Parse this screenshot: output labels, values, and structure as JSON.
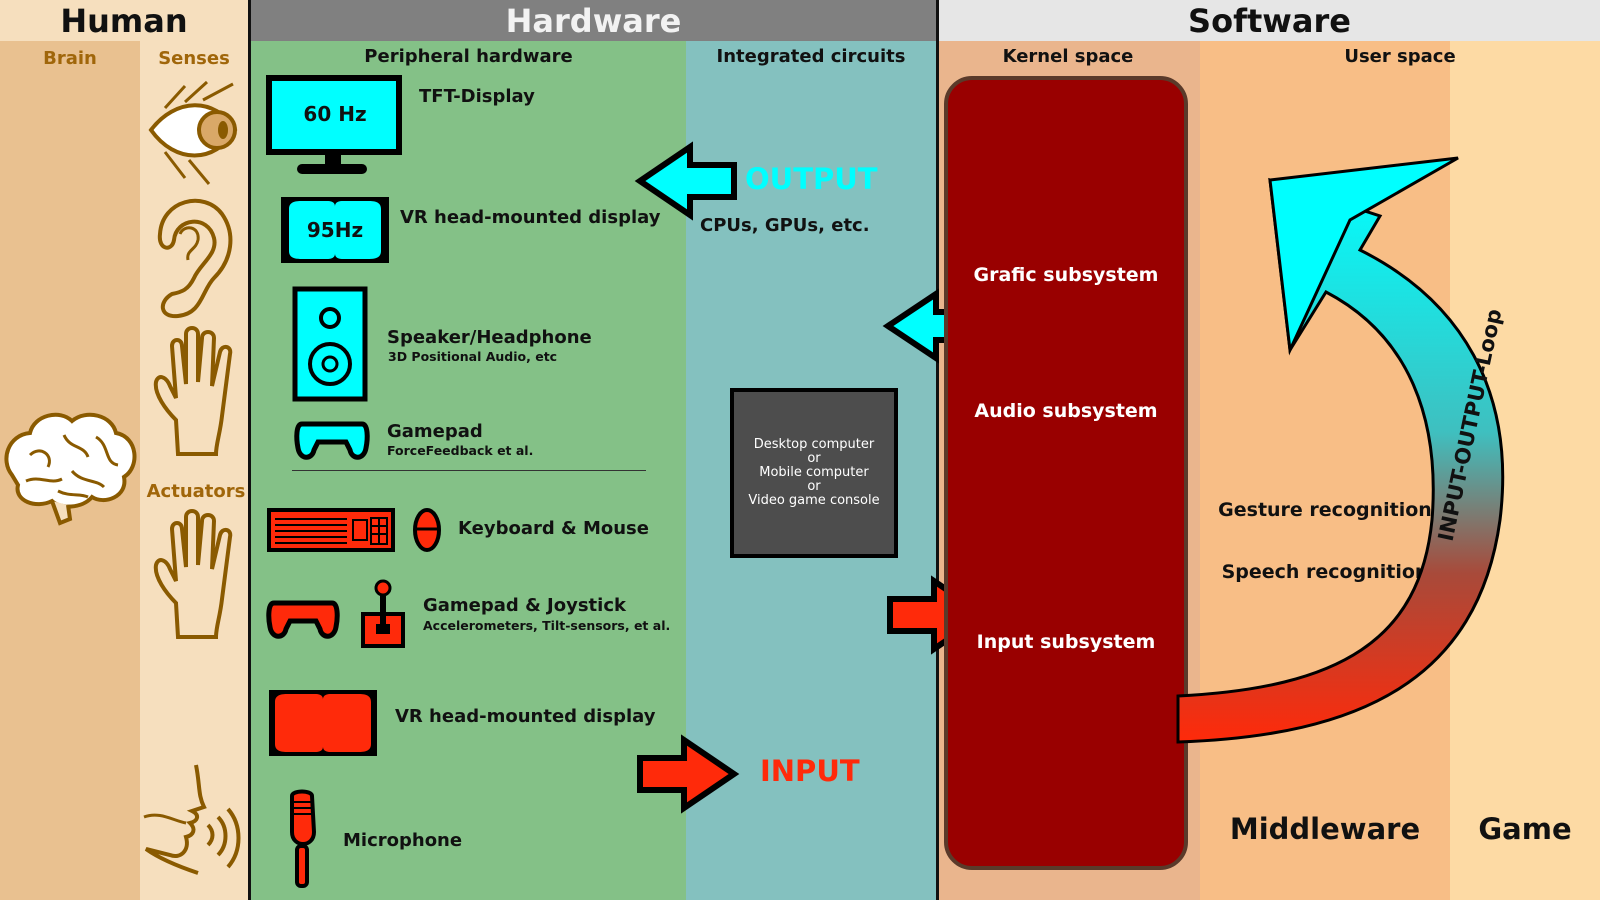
{
  "headers": {
    "human": "Human",
    "hardware": "Hardware",
    "software": "Software"
  },
  "subheaders": {
    "brain": "Brain",
    "senses": "Senses",
    "actuators": "Actuators",
    "peripheral": "Peripheral hardware",
    "integrated": "Integrated circuits",
    "kernel": "Kernel space",
    "user": "User space"
  },
  "output_devices": {
    "tft": {
      "name": "TFT-Display",
      "screen": "60 Hz"
    },
    "vr_out": {
      "name": "VR head-mounted display",
      "screen": "95Hz"
    },
    "speaker": {
      "name": "Speaker/Headphone",
      "detail": "3D Positional Audio, etc"
    },
    "gamepad_out": {
      "name": "Gamepad",
      "detail": "ForceFeedback et al."
    }
  },
  "input_devices": {
    "keyboard": {
      "name": "Keyboard & Mouse"
    },
    "gamepad_in": {
      "name": "Gamepad & Joystick",
      "detail": "Accelerometers, Tilt-sensors, et al."
    },
    "vr_in": {
      "name": "VR head-mounted display"
    },
    "mic": {
      "name": "Microphone"
    }
  },
  "integrated": {
    "cpus": "CPUs, GPUs, etc.",
    "output_label": "OUTPUT",
    "input_label": "INPUT",
    "computer_box": [
      "Desktop computer",
      "or",
      "Mobile computer",
      "or",
      "Video game console"
    ]
  },
  "kernel": {
    "grafic": "Grafic subsystem",
    "audio": "Audio subsystem",
    "input": "Input subsystem"
  },
  "user_space": {
    "gesture": "Gesture recognition",
    "speech": "Speech recognition",
    "middleware": "Middleware",
    "game": "Game",
    "loop": "INPUT-OUTPUT-Loop"
  },
  "colors": {
    "brain_col": "#E9C190",
    "senses_col": "#F6DFBE",
    "hardware_green": "#84C187",
    "integrated_blue": "#84C1BF",
    "kernel_col": "#EAB58D",
    "middleware_col": "#F8BE86",
    "game_col": "#FDDAA4",
    "kernel_box": "#990000",
    "output_cyan": "#00FFFF",
    "input_red": "#FF2A0A",
    "header_human": "#F6DFBE",
    "header_hw": "#808080",
    "header_sw": "#E6E6E6",
    "human_icon": "#8A5A00"
  }
}
